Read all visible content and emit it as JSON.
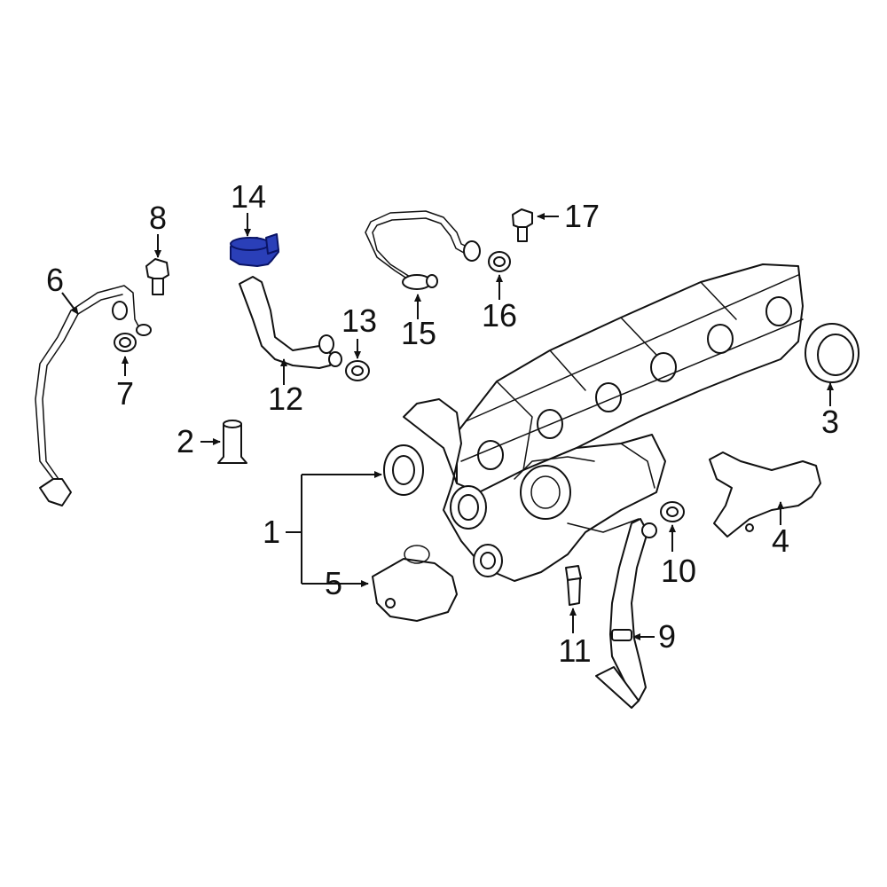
{
  "callouts": {
    "c1": "1",
    "c2": "2",
    "c3": "3",
    "c4": "4",
    "c5": "5",
    "c6": "6",
    "c7": "7",
    "c8": "8",
    "c9": "9",
    "c10": "10",
    "c11": "11",
    "c12": "12",
    "c13": "13",
    "c14": "14",
    "c15": "15",
    "c16": "16",
    "c17": "17"
  },
  "colors": {
    "highlight": "#2a3fb8",
    "line": "#111111",
    "background": "#ffffff"
  }
}
